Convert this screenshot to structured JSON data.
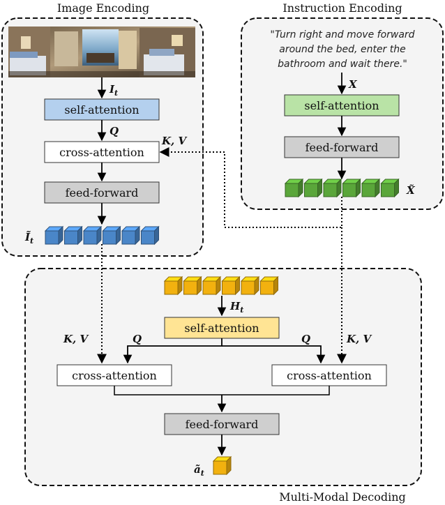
{
  "panels": {
    "image_encoding": {
      "title": "Image Encoding"
    },
    "instruction_encoding": {
      "title": "Instruction Encoding",
      "quote_lines": [
        "\"Turn right and move forward",
        "around the bed, enter the",
        "bathroom and wait there.\""
      ]
    },
    "multimodal_decoding": {
      "title": "Multi-Modal Decoding"
    }
  },
  "blocks": {
    "img_self_attention": "self-attention",
    "img_cross_attention": "cross-attention",
    "img_feed_forward": "feed-forward",
    "ins_self_attention": "self-attention",
    "ins_feed_forward": "feed-forward",
    "dec_self_attention": "self-attention",
    "dec_cross_attention_left": "cross-attention",
    "dec_cross_attention_right": "cross-attention",
    "dec_feed_forward": "feed-forward"
  },
  "symbols": {
    "I_t": "I",
    "I_t_sub": "t",
    "Q": "Q",
    "KV": "K, V",
    "X": "X",
    "X_tilde": "X̃",
    "I_tilde": "Ĩ",
    "I_tilde_sub": "t",
    "H_t": "H",
    "H_t_sub": "t",
    "a_tilde": "ã",
    "a_tilde_sub": "t"
  },
  "colors": {
    "img_self_attention": "#b4d0ee",
    "ins_self_attention": "#b9e3a6",
    "dec_self_attention": "#ffe494",
    "feed_forward": "#cfcfcf",
    "blue_cube": "#4a86c8",
    "green_cube": "#5aa63a",
    "orange_cube": "#f2b10f"
  }
}
